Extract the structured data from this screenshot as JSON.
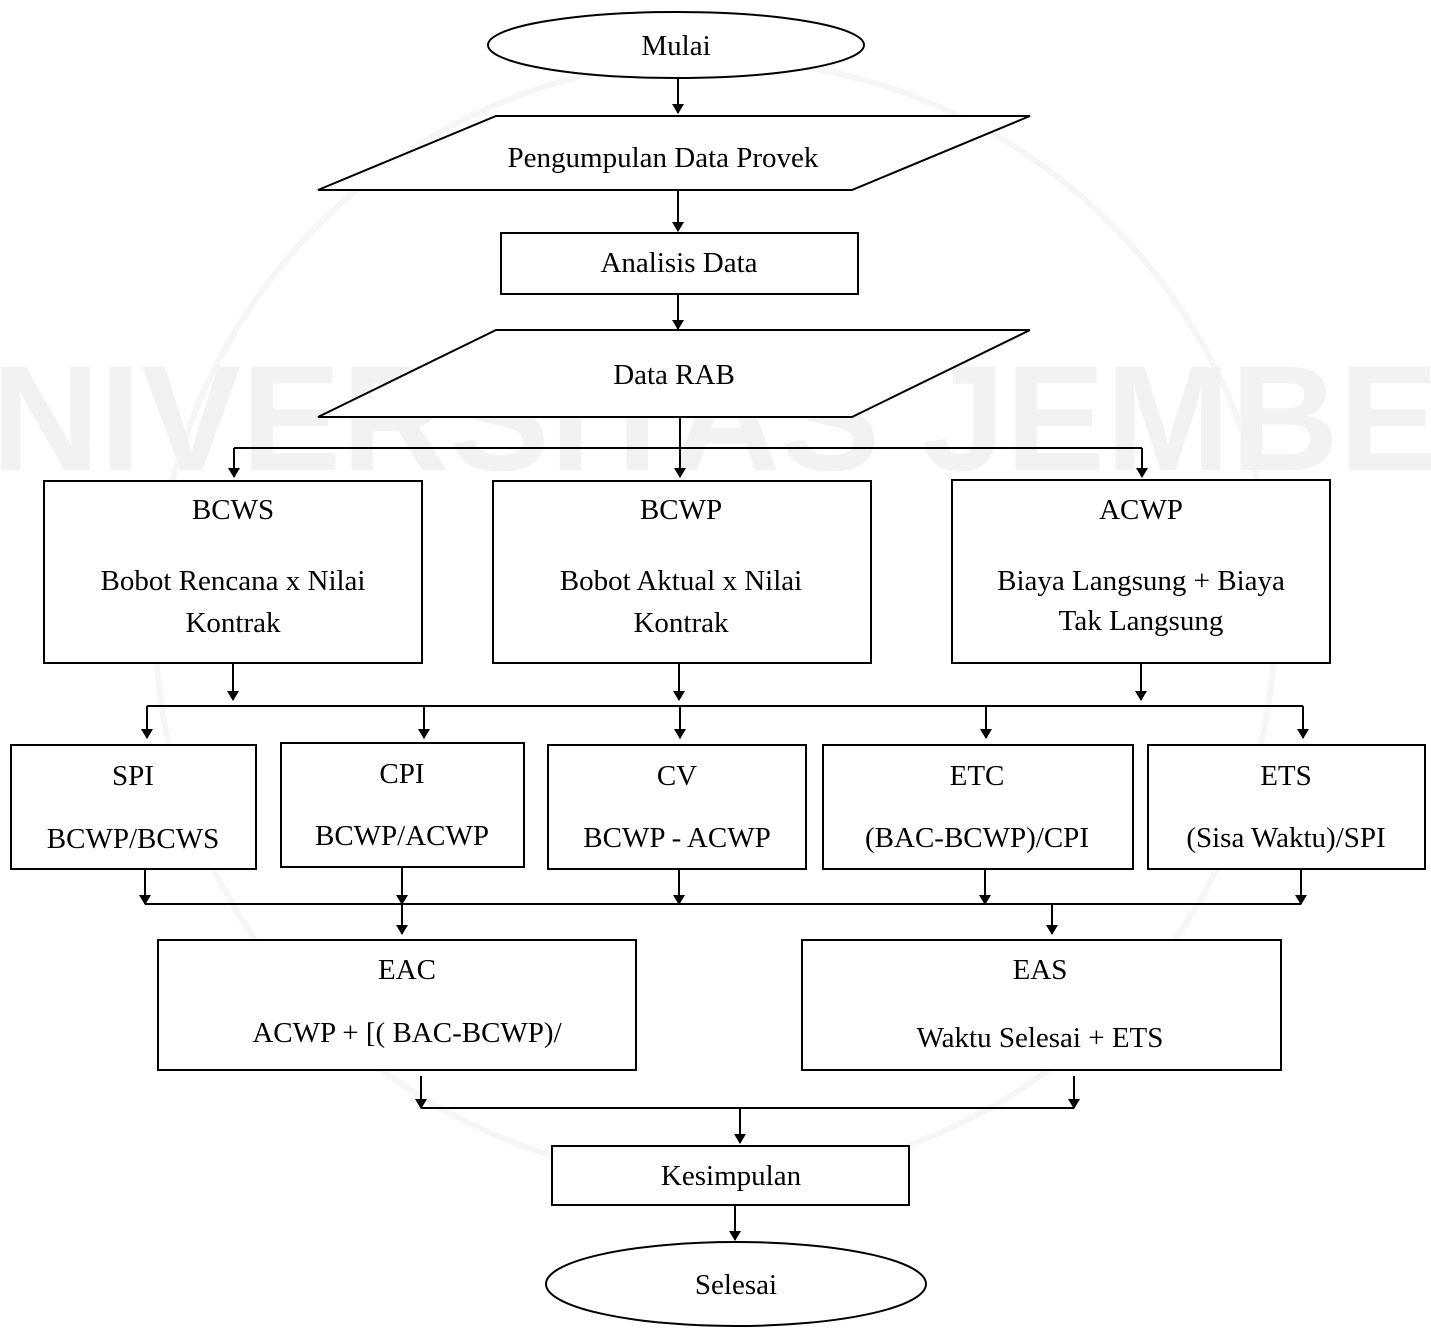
{
  "watermark": {
    "text": "UNIVERSITAS JEMBER",
    "color": "#e6e6e6"
  },
  "nodes": {
    "start": {
      "text": "Mulai"
    },
    "collect": {
      "text": "Pengumpulan Data Provek"
    },
    "analysis": {
      "text": "Analisis Data"
    },
    "rab": {
      "text": "Data RAB"
    },
    "bcws": {
      "title": "BCWS",
      "line1": "Bobot Rencana x Nilai",
      "line2": "Kontrak"
    },
    "bcwp": {
      "title": "BCWP",
      "line1": "Bobot Aktual x Nilai",
      "line2": "Kontrak"
    },
    "acwp": {
      "title": "ACWP",
      "line1": "Biaya Langsung + Biaya",
      "line2": "Tak Langsung"
    },
    "spi": {
      "title": "SPI",
      "formula": "BCWP/BCWS"
    },
    "cpi": {
      "title": "CPI",
      "formula": "BCWP/ACWP"
    },
    "cv": {
      "title": "CV",
      "formula": "BCWP - ACWP"
    },
    "etc": {
      "title": "ETC",
      "formula": "(BAC-BCWP)/CPI"
    },
    "ets": {
      "title": "ETS",
      "formula": "(Sisa Waktu)/SPI"
    },
    "eac": {
      "title": "EAC",
      "formula": "ACWP + [( BAC-BCWP)/"
    },
    "eas": {
      "title": "EAS",
      "formula": "Waktu Selesai + ETS"
    },
    "conclusion": {
      "text": "Kesimpulan"
    },
    "end": {
      "text": "Selesai"
    }
  }
}
